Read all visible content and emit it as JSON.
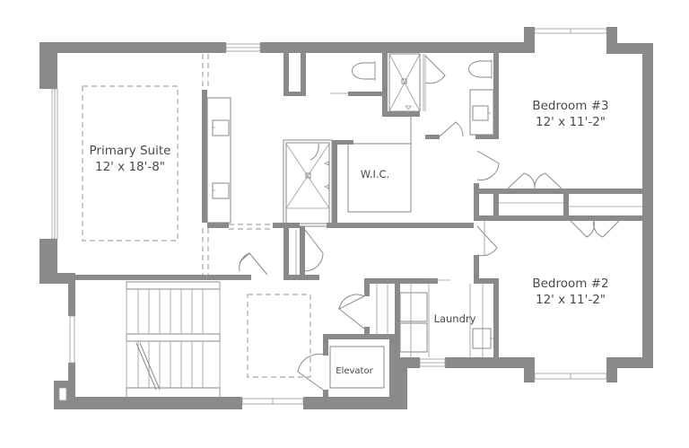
{
  "floor_plan": {
    "colors": {
      "wall": "#8a8a8d",
      "line": "#8a8a8d",
      "text": "#4a4a4c",
      "background": "#ffffff"
    },
    "rooms": {
      "primary_suite": {
        "name": "Primary Suite",
        "size": "12' x 18'-8\""
      },
      "wic": {
        "name": "W.I.C."
      },
      "bedroom3": {
        "name": "Bedroom #3",
        "size": "12' x 11'-2\""
      },
      "bedroom2": {
        "name": "Bedroom #2",
        "size": "12' x 11'-2\""
      },
      "laundry": {
        "name": "Laundry"
      },
      "elevator": {
        "name": "Elevator"
      }
    }
  }
}
